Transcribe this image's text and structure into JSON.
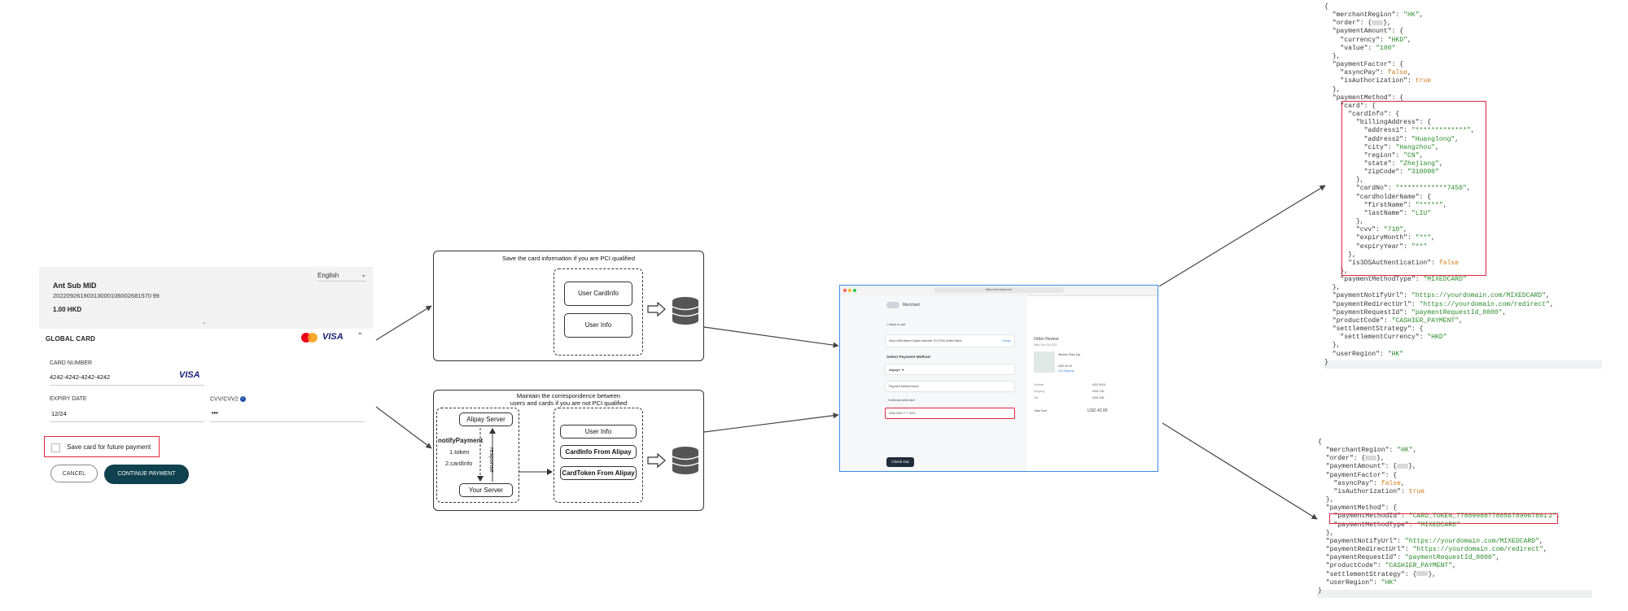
{
  "payment_form": {
    "language": "English",
    "merchant_name": "Ant Sub MID",
    "order_id": "20220926190313000106002681570 99",
    "amount": "1.00 HKD",
    "section_title": "GLOBAL CARD",
    "card_brand": "VISA",
    "card_number_label": "CARD NUMBER",
    "card_number_value": "4242-4242-4242-4242",
    "expiry_label": "EXPIRY DATE",
    "expiry_value": "12/24",
    "cvv_label": "CVV/CVV2",
    "cvv_value": "•••",
    "save_card_label": "Save card for future payment",
    "cancel_label": "CANCEL",
    "continue_label": "CONTINUE PAYMENT"
  },
  "diagram_top": {
    "title": "Save the card information if you are PCI qualified",
    "items": [
      "User CardInfo",
      "User Info"
    ]
  },
  "diagram_bottom": {
    "title_line1": "Maintain the correspondence between",
    "title_line2": "users and cards if you are not PCI qualified",
    "alipay_server": "Alipay Server",
    "your_server": "Your Server",
    "notify_title": "notifyPayment",
    "notify_item1": "1.token",
    "notify_item2": "2.cardInfo",
    "response_label": "response",
    "items": [
      "User Info",
      "CardInfo From Alipay",
      "CardToken From Alipay"
    ]
  },
  "checkout": {
    "url": "https://merchant.com",
    "merchant": "Merchant",
    "back": "< Back to cart",
    "ship_to": "Ship to  889 Market Square Nashville TN 37206 United States",
    "change": "Change",
    "select_method": "Select Payment Method",
    "methods": [
      "Alipay+ ✦",
      "Payment Method Name",
      "Credit and debit card",
      "VISA 4242 ** ** 4242"
    ],
    "check_out": "Check Out",
    "order_review": "Order Review",
    "order_sub": "Date: Sun Oct 2022",
    "product": "Women Plain Top",
    "product_price": "USD 42.00",
    "edit_shipping": "Edit Shipping",
    "subtotal_label": "Subtotal",
    "subtotal": "USD 40.00",
    "shipping_label": "Shipping",
    "shipping": "USD 1.50",
    "tax_label": "Tax",
    "tax": "USD 0.50",
    "total_label": "Total Cost",
    "total": "USD 42.00"
  },
  "colors": {
    "highlight_red": "#e0263c",
    "continue_button": "#10414f",
    "json_string": "#2a8a2a",
    "json_boolean": "#d27a1a",
    "checkout_border": "#3c8de0",
    "visa_blue": "#1a1f71",
    "mastercard_red": "#eb001b",
    "mastercard_orange": "#f79e1b"
  },
  "icons": [
    "database-icon",
    "hollow-arrow-icon",
    "mastercard-icon",
    "visa-icon",
    "info-icon",
    "chevron-down-icon",
    "chevron-up-icon"
  ],
  "json_top_lines": [
    "{",
    "  \"merchantRegion\": \"HK\",",
    "  \"order\": {■},",
    "  \"paymentAmount\": {",
    "    \"currency\": \"HKD\",",
    "    \"value\": \"100\"",
    "  },",
    "  \"paymentFactor\": {",
    "    \"asyncPay\": false,",
    "    \"isAuthorization\": true",
    "  },",
    "  \"paymentMethod\": {",
    "    \"card\": {",
    "      \"cardInfo\": {",
    "        \"billingAddress\": {",
    "          \"address1\": \"*************\",",
    "          \"address2\": \"Huanglong\",",
    "          \"city\": \"Hangzhou\",",
    "          \"region\": \"CN\",",
    "          \"state\": \"Zhejiang\",",
    "          \"zipCode\": \"310000\"",
    "        },",
    "        \"cardNo\": \"************7450\",",
    "        \"cardholderName\": {",
    "          \"firstName\": \"*****\",",
    "          \"lastName\": \"LIU\"",
    "        },",
    "        \"cvv\": \"710\",",
    "        \"expiryMonth\": \"**\",",
    "        \"expiryYear\": \"**\"",
    "      },",
    "      \"is3DSAuthentication\": false",
    "    },",
    "    \"paymentMethodType\": \"MIXEDCARD\"",
    "  },",
    "  \"paymentNotifyUrl\": \"https://yourdomain.com/MIXEDCARD\",",
    "  \"paymentRedirectUrl\": \"https://yourdomain.com/redirect\",",
    "  \"paymentRequestId\": \"paymentRequestId_0000\",",
    "  \"productCode\": \"CASHIER_PAYMENT\",",
    "  \"settlementStrategy\": {",
    "    \"settlementCurrency\": \"HKD\"",
    "  },",
    "  \"userRegion\": \"HK\"",
    "}"
  ],
  "json_bottom_lines": [
    "{",
    "  \"merchantRegion\": \"HK\",",
    "  \"order\": {■},",
    "  \"paymentAmount\": {■},",
    "  \"paymentFactor\": {",
    "    \"asyncPay\": false,",
    "    \"isAuthorization\": true",
    "  },",
    "  \"paymentMethod\": {",
    "    \"paymentMethodId\": \"CARD_TOKEN_77889988778856789067891 2\",",
    "    \"paymentMethodType\": \"MIXEDCARD\"",
    "  },",
    "  \"paymentNotifyUrl\": \"https://yourdomain.com/MIXEDCARD\",",
    "  \"paymentRedirectUrl\": \"https://yourdomain.com/redirect\",",
    "  \"paymentRequestId\": \"paymentRequestId_0000\",",
    "  \"productCode\": \"CASHIER_PAYMENT\",",
    "  \"settlementStrategy\": {■},",
    "  \"userRegion\": \"HK\"",
    "}"
  ]
}
